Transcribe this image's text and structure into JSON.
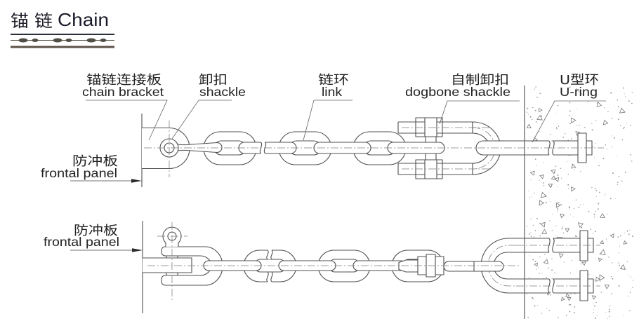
{
  "title": {
    "cn": "锚 链",
    "en": "Chain"
  },
  "top_diagram": {
    "labels": {
      "chain_bracket": {
        "cn": "锚链连接板",
        "en": "chain bracket"
      },
      "shackle": {
        "cn": "卸扣",
        "en": "shackle"
      },
      "link": {
        "cn": "链环",
        "en": "link"
      },
      "dogbone_shackle": {
        "cn": "自制卸扣",
        "en": "dogbone shackle"
      },
      "u_ring": {
        "cn": "U型环",
        "en": "U-ring"
      },
      "frontal_panel": {
        "cn": "防冲板",
        "en": "frontal panel"
      }
    }
  },
  "bottom_diagram": {
    "labels": {
      "frontal_panel": {
        "cn": "防冲板",
        "en": "frontal panel"
      }
    }
  },
  "colors": {
    "line": "#505050",
    "text": "#222222",
    "title_rule_top": "#2b2e3b",
    "title_chain": "#4e4e44",
    "title_rule_bottom": "#5b5249",
    "concrete_speckle": "#9a9a9a"
  }
}
